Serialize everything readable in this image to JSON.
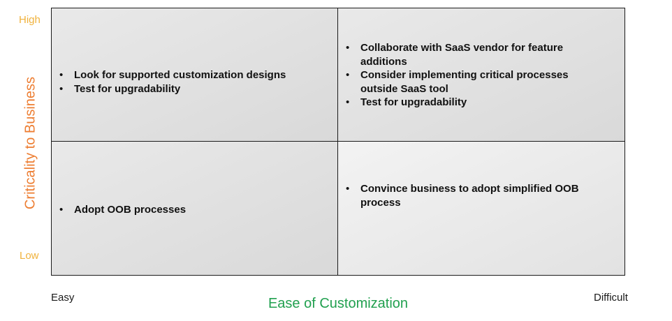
{
  "y_axis": {
    "label": "Criticality to Business",
    "high": "High",
    "low": "Low"
  },
  "x_axis": {
    "label": "Ease of Customization",
    "easy": "Easy",
    "difficult": "Difficult"
  },
  "quadrants": {
    "top_left": {
      "items": [
        "Look for supported customization designs",
        "Test for upgradability"
      ]
    },
    "top_right": {
      "items": [
        "Collaborate with SaaS vendor for feature additions",
        "Consider implementing critical processes outside SaaS tool",
        "Test for upgradability"
      ]
    },
    "bottom_left": {
      "items": [
        "Adopt OOB processes"
      ]
    },
    "bottom_right": {
      "items": [
        "Convince business to adopt simplified OOB process"
      ]
    }
  },
  "colors": {
    "y_axis_label": "#ed7d31",
    "y_ticks": "#f0b23c",
    "x_axis_label": "#21a04f",
    "border": "#1a1a1a"
  }
}
